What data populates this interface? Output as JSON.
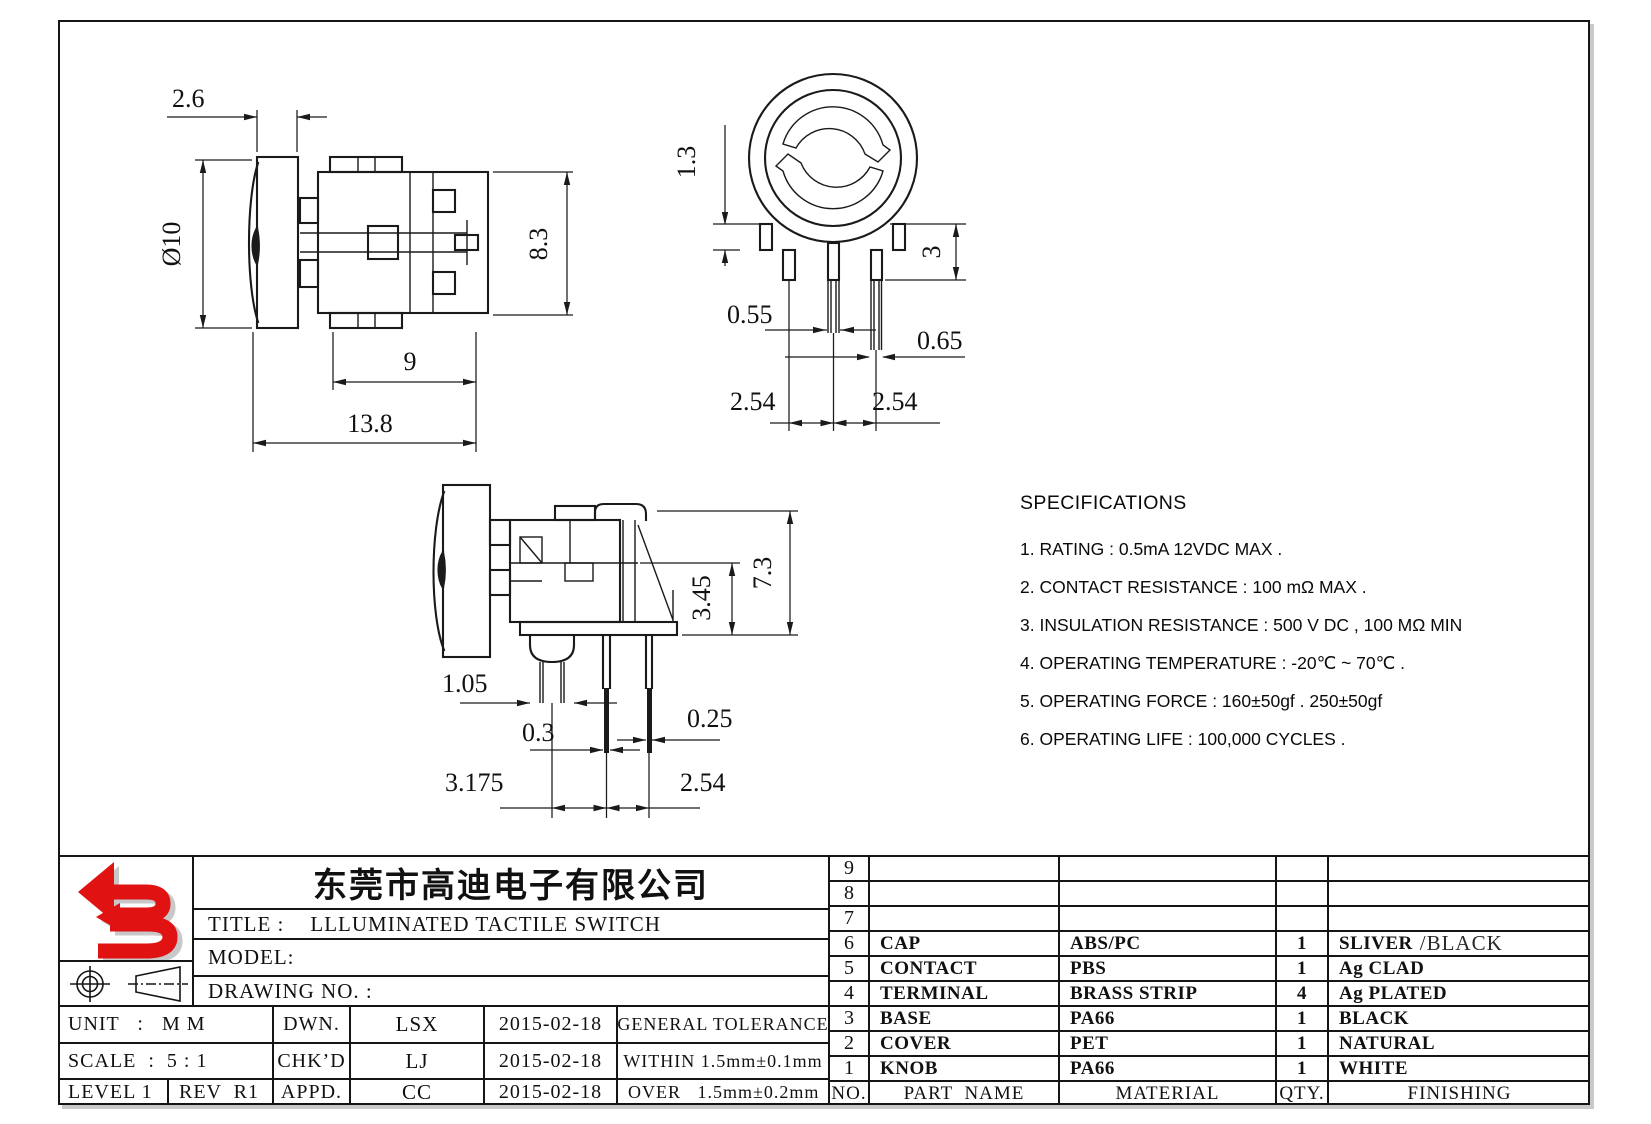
{
  "sheet": {
    "background": "#ffffff",
    "line_color": "#1a1a1a",
    "logo_color": "#e01212"
  },
  "specifications": {
    "title": "SPECIFICATIONS",
    "items": [
      "1. RATING : 0.5mA 12VDC MAX .",
      "2. CONTACT RESISTANCE : 100 mΩ MAX .",
      "3. INSULATION RESISTANCE : 500 V DC , 100 MΩ MIN",
      "4. OPERATING TEMPERATURE : -20℃ ~ 70℃ .",
      "5. OPERATING FORCE : 160±50gf . 250±50gf",
      "6. OPERATING LIFE : 100,000 CYCLES ."
    ]
  },
  "views": {
    "side": {
      "dims": {
        "cap_width": "2.6",
        "diameter": "Ø10",
        "body_height": "8.3",
        "body_width": "9",
        "total_width": "13.8"
      }
    },
    "front": {
      "dims": {
        "ring_height": "1.3",
        "pin_length": "3",
        "pin_mid_width": "0.55",
        "pin_right_width": "0.65",
        "pitch_left": "2.54",
        "pitch_right": "2.54"
      }
    },
    "bottom": {
      "dims": {
        "led_width": "1.05",
        "leg_thickness": "0.3",
        "leg_width": "0.25",
        "led_pitch": "3.175",
        "leg_pitch": "2.54",
        "step_height": "3.45",
        "total_height": "7.3"
      }
    }
  },
  "title_block": {
    "company": "东莞市高迪电子有限公司",
    "title_label": "TITLE :",
    "title_value": "LLLUMINATED TACTILE SWITCH",
    "model_label": "MODEL:",
    "drawing_no_label": "DRAWING NO. :",
    "unit": "UNIT   :   M M",
    "scale": "SCALE  :  5 : 1",
    "level": "LEVEL 1",
    "rev": "REV  R1",
    "dwn_label": "DWN.",
    "dwn_value": "LSX",
    "dwn_date": "2015-02-18",
    "chkd_label": "CHK’D",
    "chkd_value": "LJ",
    "chkd_date": "2015-02-18",
    "appd_label": "APPD.",
    "appd_value": "CC",
    "appd_date": "2015-02-18",
    "tolerance_title": "GENERAL TOLERANCE",
    "tolerance_within": "WITHIN 1.5mm±0.1mm",
    "tolerance_over": "OVER   1.5mm±0.2mm"
  },
  "parts_table": {
    "headers": {
      "no": "NO.",
      "part_name": "PART  NAME",
      "material": "MATERIAL",
      "qty": "QTY.",
      "finishing": "FINISHING"
    },
    "rows": [
      {
        "no": "9",
        "part_name": "",
        "material": "",
        "qty": "",
        "finishing": ""
      },
      {
        "no": "8",
        "part_name": "",
        "material": "",
        "qty": "",
        "finishing": ""
      },
      {
        "no": "7",
        "part_name": "",
        "material": "",
        "qty": "",
        "finishing": ""
      },
      {
        "no": "6",
        "part_name": "CAP",
        "material": "ABS/PC",
        "qty": "1",
        "finishing": "SLIVER",
        "finishing_alt": "/BLACK"
      },
      {
        "no": "5",
        "part_name": "CONTACT",
        "material": "PBS",
        "qty": "1",
        "finishing": "Ag CLAD"
      },
      {
        "no": "4",
        "part_name": "TERMINAL",
        "material": "BRASS STRIP",
        "qty": "4",
        "finishing": "Ag PLATED"
      },
      {
        "no": "3",
        "part_name": "BASE",
        "material": "PA66",
        "qty": "1",
        "finishing": "BLACK"
      },
      {
        "no": "2",
        "part_name": "COVER",
        "material": "PET",
        "qty": "1",
        "finishing": "NATURAL"
      },
      {
        "no": "1",
        "part_name": "KNOB",
        "material": "PA66",
        "qty": "1",
        "finishing": "WHITE"
      }
    ]
  }
}
